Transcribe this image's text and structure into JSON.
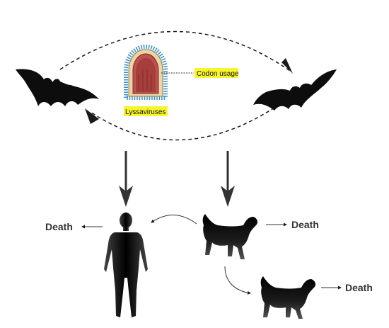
{
  "virus": {
    "label": "Lyssaviruses",
    "codon_label": "Codon usage"
  },
  "outcomes": {
    "human": "Death",
    "dog": "Death",
    "dog_secondary": "Death"
  },
  "colors": {
    "silhouette": "#1a1a1a",
    "highlight": "#f7f52b",
    "virus_body": "#c0504d",
    "virus_spikes": "#3a8fc4"
  },
  "icons": [
    "bat-icon",
    "bat-icon",
    "virus-icon",
    "human-icon",
    "dog-icon",
    "dog-icon"
  ]
}
